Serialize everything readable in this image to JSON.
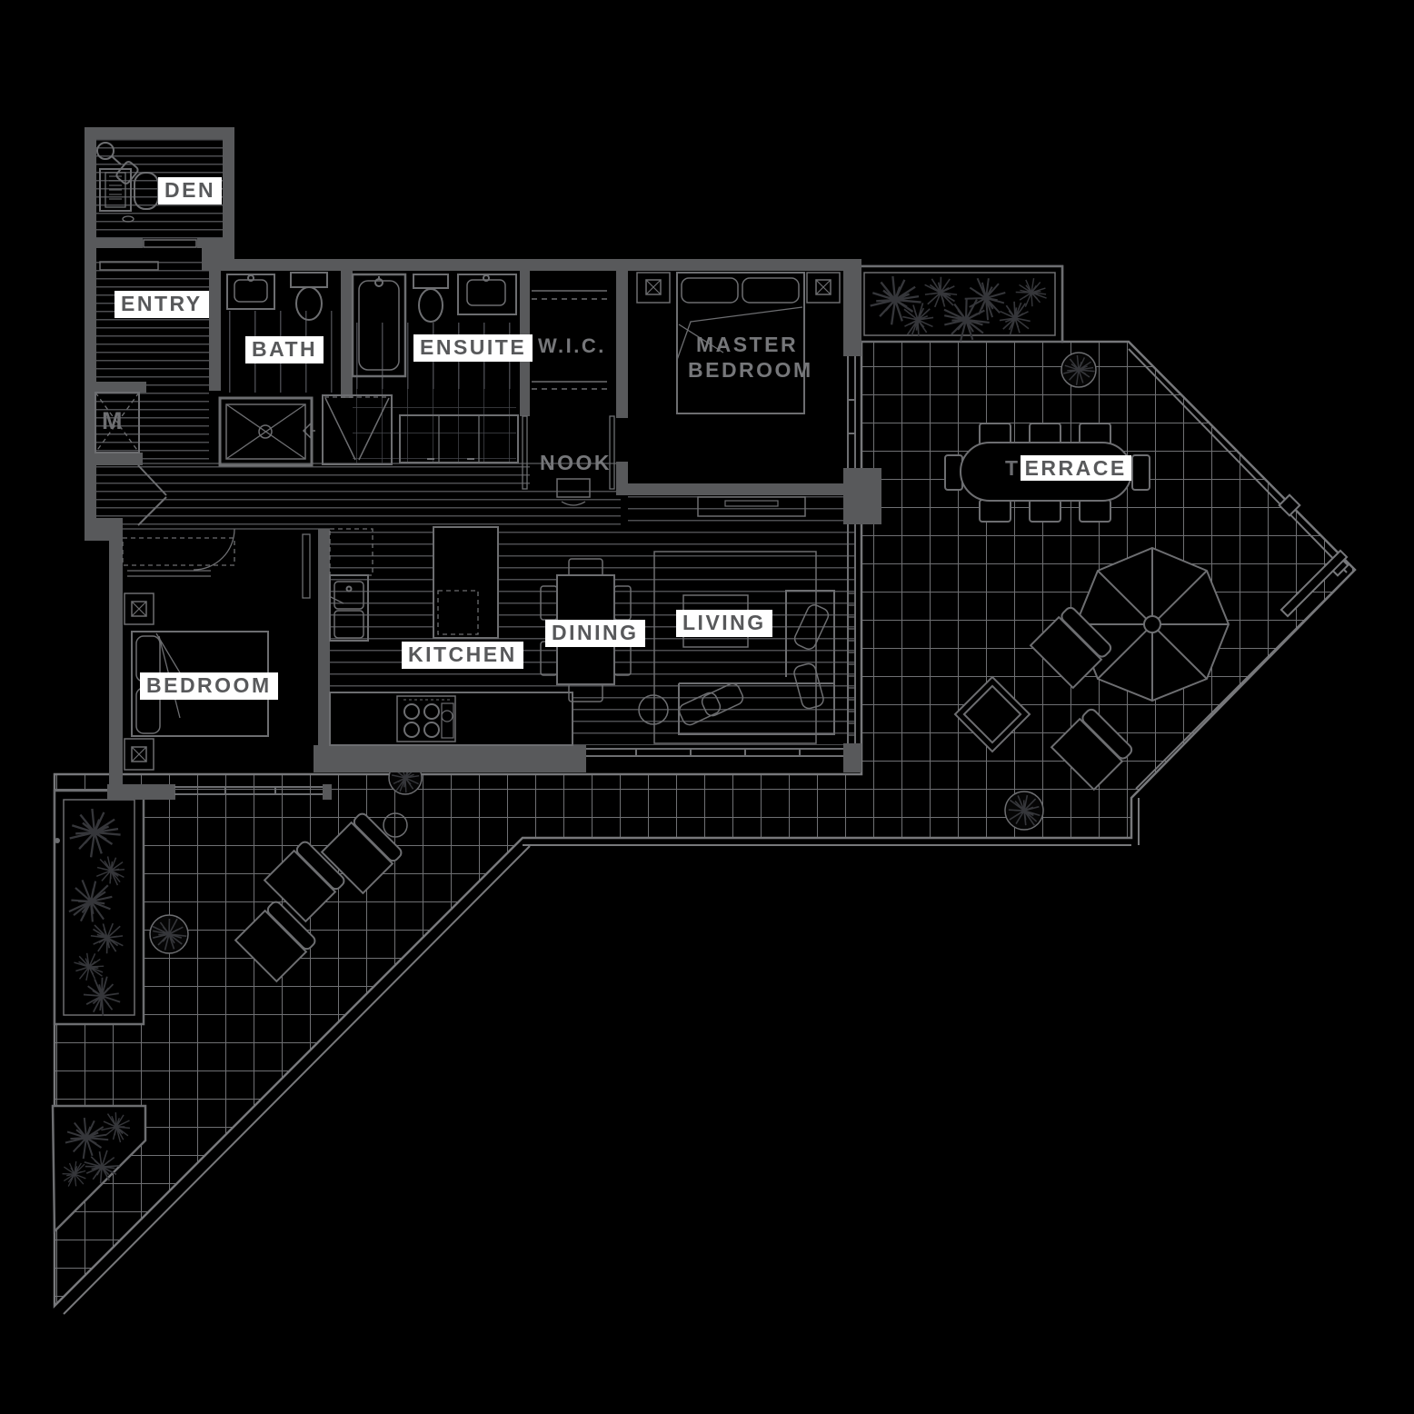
{
  "colors": {
    "background": "#000000",
    "wall": "#58595b",
    "fixture_line": "#6d6e71",
    "terrace_line": "#77787b",
    "wood_line": "#4c4d50",
    "label_bg": "#ffffff",
    "label_text": "#58595b",
    "label_text_dark": "#76777a",
    "plant": "#35363a"
  },
  "rooms": {
    "den": {
      "label": "DEN"
    },
    "entry": {
      "label": "ENTRY"
    },
    "bath": {
      "label": "BATH"
    },
    "ensuite": {
      "label": "ENSUITE"
    },
    "wic": {
      "label": "W.I.C."
    },
    "nook": {
      "label": "NOOK"
    },
    "master_bedroom": {
      "line1": "MASTER",
      "line2": "BEDROOM"
    },
    "terrace": {
      "first_letter": "T",
      "rest": "ERRACE"
    },
    "kitchen": {
      "label": "KITCHEN"
    },
    "dining": {
      "label": "DINING"
    },
    "living": {
      "label": "LIVING"
    },
    "bedroom": {
      "label": "BEDROOM"
    },
    "mechanical_closet": {
      "label": "M"
    }
  }
}
